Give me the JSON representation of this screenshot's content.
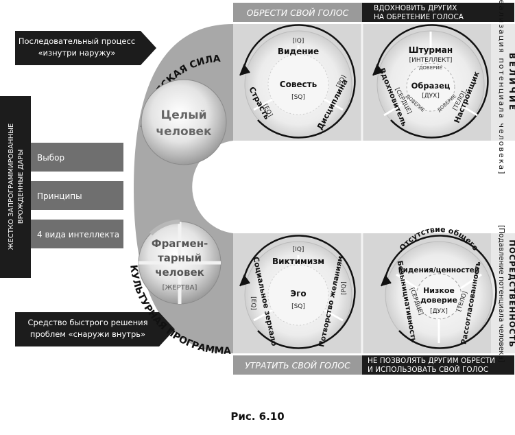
{
  "top_bar": {
    "left": "ОБРЕСТИ СВОЙ ГОЛОС",
    "right_line1": "ВДОХНОВИТЬ ДРУГИХ",
    "right_line2": "НА ОБРЕТЕНИЕ ГОЛОСА"
  },
  "bottom_bar": {
    "left": "УТРАТИТЬ СВОЙ ГОЛОС",
    "right_line1": "НЕ ПОЗВОЛЯТЬ ДРУГИМ ОБРЕСТИ",
    "right_line2": "И ИСПОЛЬЗОВАТЬ СВОЙ ГОЛОС"
  },
  "callout_top": {
    "line1": "Последовательный процесс",
    "line2": "«изнутри наружу»"
  },
  "callout_bottom": {
    "line1": "Средство быстрого решения",
    "line2": "проблем «снаружи внутрь»"
  },
  "arc_top_label": "ТВОРЧЕСКАЯ СИЛА",
  "arc_bottom_label": "КУЛЬТУРНАЯ ПРОГРАММА",
  "whole_person": {
    "line1": "Целый",
    "line2": "человек"
  },
  "fragmented_person": {
    "line1": "Фрагмен-",
    "line2": "тарный",
    "line3": "человек",
    "tag": "[ЖЕРТВА]"
  },
  "side_vertical": {
    "line1": "ЖЕСТКО ЗАПРОГРАММИРОВАННЫЕ",
    "line2": "ВРОЖДЕННЫЕ ДАРЫ"
  },
  "left_items": [
    "Выбор",
    "Принципы",
    "4 вида интеллекта"
  ],
  "circle1": {
    "top_tag": "[IQ]",
    "top": "Видение",
    "center": "Совесть",
    "center_tag": "[SQ]",
    "left": "Страсть",
    "left_tag": "[EQ]",
    "right": "Дисциплина",
    "right_tag": "[PQ]"
  },
  "circle2": {
    "top": "Штурман",
    "top_tag": "[ИНТЕЛЛЕКТ]",
    "trust_top": "ДОВЕРИЕ",
    "center": "Образец",
    "center_tag": "[ДУХ]",
    "left": "Вдохновитель",
    "left_tag": "[СЕРДЦЕ]",
    "trust_left": "ДОВЕРИЕ",
    "right": "Настройщик",
    "right_tag": "[ТЕЛО]",
    "trust_right": "ДОВЕРИЕ"
  },
  "circle3": {
    "top_tag": "[IQ]",
    "top": "Виктимизм",
    "center": "Эго",
    "center_tag": "[SQ]",
    "left": "Социальное зеркало",
    "left_tag": "[EQ]",
    "right": "Потворство желаниям",
    "right_tag": "[PQ]"
  },
  "circle4": {
    "top_line1": "Отсутствие общего",
    "top_line2": "видения/ценностей",
    "center_line1": "Низкое",
    "center_line2": "доверие",
    "center_tag": "[ДУХ]",
    "left": "Безынициативность",
    "left_tag": "[СЕРДЦЕ]",
    "right": "Рассогласованность",
    "right_tag": "[ТЕЛО]"
  },
  "right_top": {
    "title": "ВЕЛИЧИЕ",
    "sub": "[Реализация потенциала человека]"
  },
  "right_bottom": {
    "title": "ПОСРЕДСТВЕННОСТЬ",
    "sub": "[Подавление потенциала человека]"
  },
  "caption": "Рис. 6.10",
  "colors": {
    "dark": "#1c1c1c",
    "panel": "#d6d6d6",
    "band": "#9a9a9a",
    "band_light": "#cfcfcf"
  }
}
